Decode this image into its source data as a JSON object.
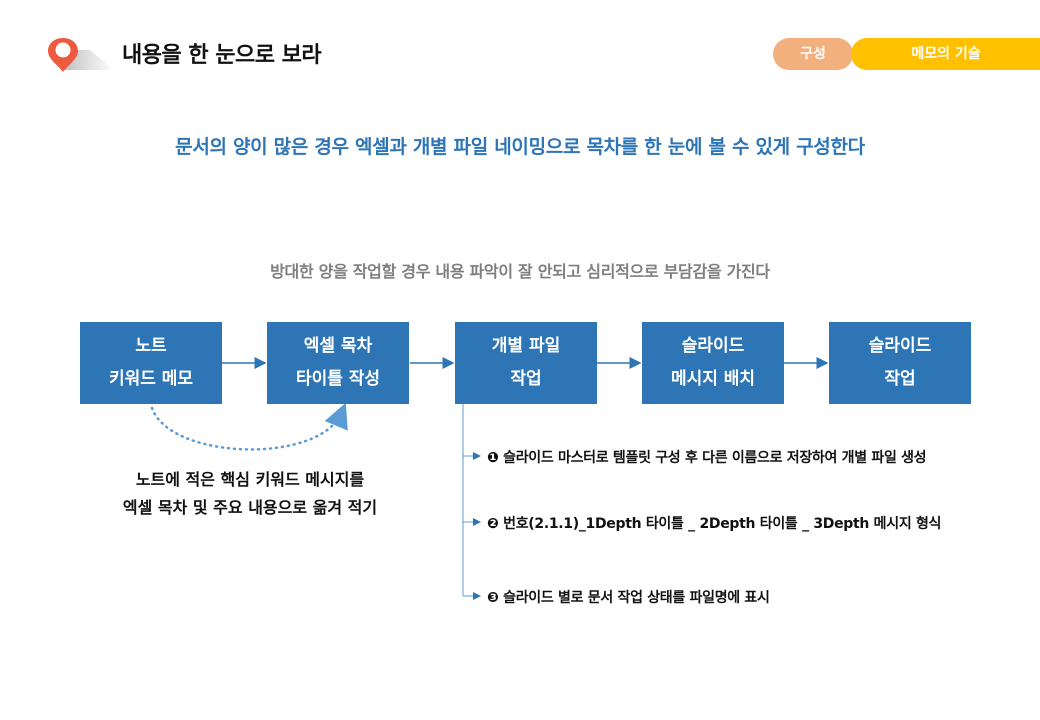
{
  "header": {
    "title": "내용을 한 눈으로 보라",
    "tabs": [
      {
        "label": "구성",
        "color": "#f2b07e"
      },
      {
        "label": "메모의 기술",
        "color": "#ffc000"
      }
    ]
  },
  "subtitle": "문서의 양이 많은 경우 엑셀과 개별 파일 네이밍으로 목차를 한 눈에 볼 수 있게 구성한다",
  "caption": "방대한 양을 작업할 경우 내용 파악이 잘 안되고 심리적으로 부담감을 가진다",
  "flow": {
    "boxes": [
      {
        "line1": "노트",
        "line2": "키워드 메모"
      },
      {
        "line1": "엑셀 목차",
        "line2": "타이틀 작성"
      },
      {
        "line1": "개별 파일",
        "line2": "작업"
      },
      {
        "line1": "슬라이드",
        "line2": "메시지 배치"
      },
      {
        "line1": "슬라이드",
        "line2": "작업"
      }
    ],
    "box_color": "#2e75b6"
  },
  "note": {
    "line1": "노트에 적은 핵심 키워드 메시지를",
    "line2": "엑셀 목차 및 주요 내용으로 옮겨 적기"
  },
  "steps": [
    "❶ 슬라이드 마스터로 템플릿 구성 후 다른 이름으로 저장하여 개별 파일 생성",
    "❷ 번호(2.1.1)_1Depth 타이틀 _ 2Depth 타이틀 _ 3Depth 메시지 형식",
    "❸ 슬라이드 별로 문서 작업 상태를 파일명에 표시"
  ],
  "icons": {
    "pin": "map-pin-icon"
  }
}
